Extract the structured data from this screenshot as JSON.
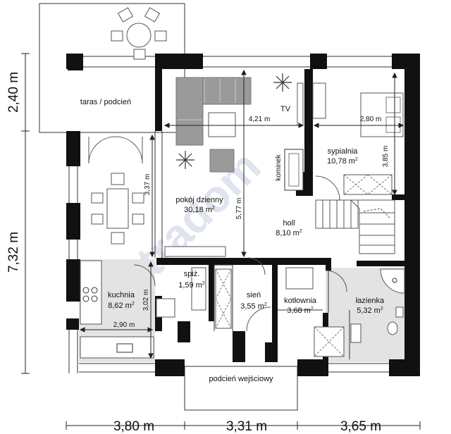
{
  "watermark": "extradom",
  "dimensions": {
    "terrace_depth": "2,40 m",
    "house_depth": "7,32 m",
    "bottom_left": "3,80 m",
    "bottom_mid": "3,31 m",
    "bottom_right": "3,65 m",
    "living_width": "4,21 m",
    "bedroom_width": "2,80 m",
    "bedroom_depth": "3,85 m",
    "living_left_depth": "3,37 m",
    "living_center_depth": "5,77 m",
    "kitchen_depth": "3,02 m",
    "kitchen_width": "2,90 m"
  },
  "rooms": {
    "terrace": "taras / podcień",
    "living_name": "pokój dzienny",
    "living_area": "30,18 m",
    "tv": "TV",
    "fireplace": "kominek",
    "bedroom_name": "sypialnia",
    "bedroom_area": "10,78 m",
    "hall_name": "holl",
    "hall_area": "8,10 m",
    "pantry_name": "spiż.",
    "pantry_area": "1,59 m",
    "kitchen_name": "kuchnia",
    "kitchen_area": "8,62 m",
    "vestibule_name": "sień",
    "vestibule_area": "3,55 m",
    "boiler_name": "kotłownia",
    "boiler_area": "3,68 m",
    "bathroom_name": "łazienka",
    "bathroom_area": "5,32 m",
    "entrance": "podcień wejściowy",
    "sup2": "2"
  }
}
